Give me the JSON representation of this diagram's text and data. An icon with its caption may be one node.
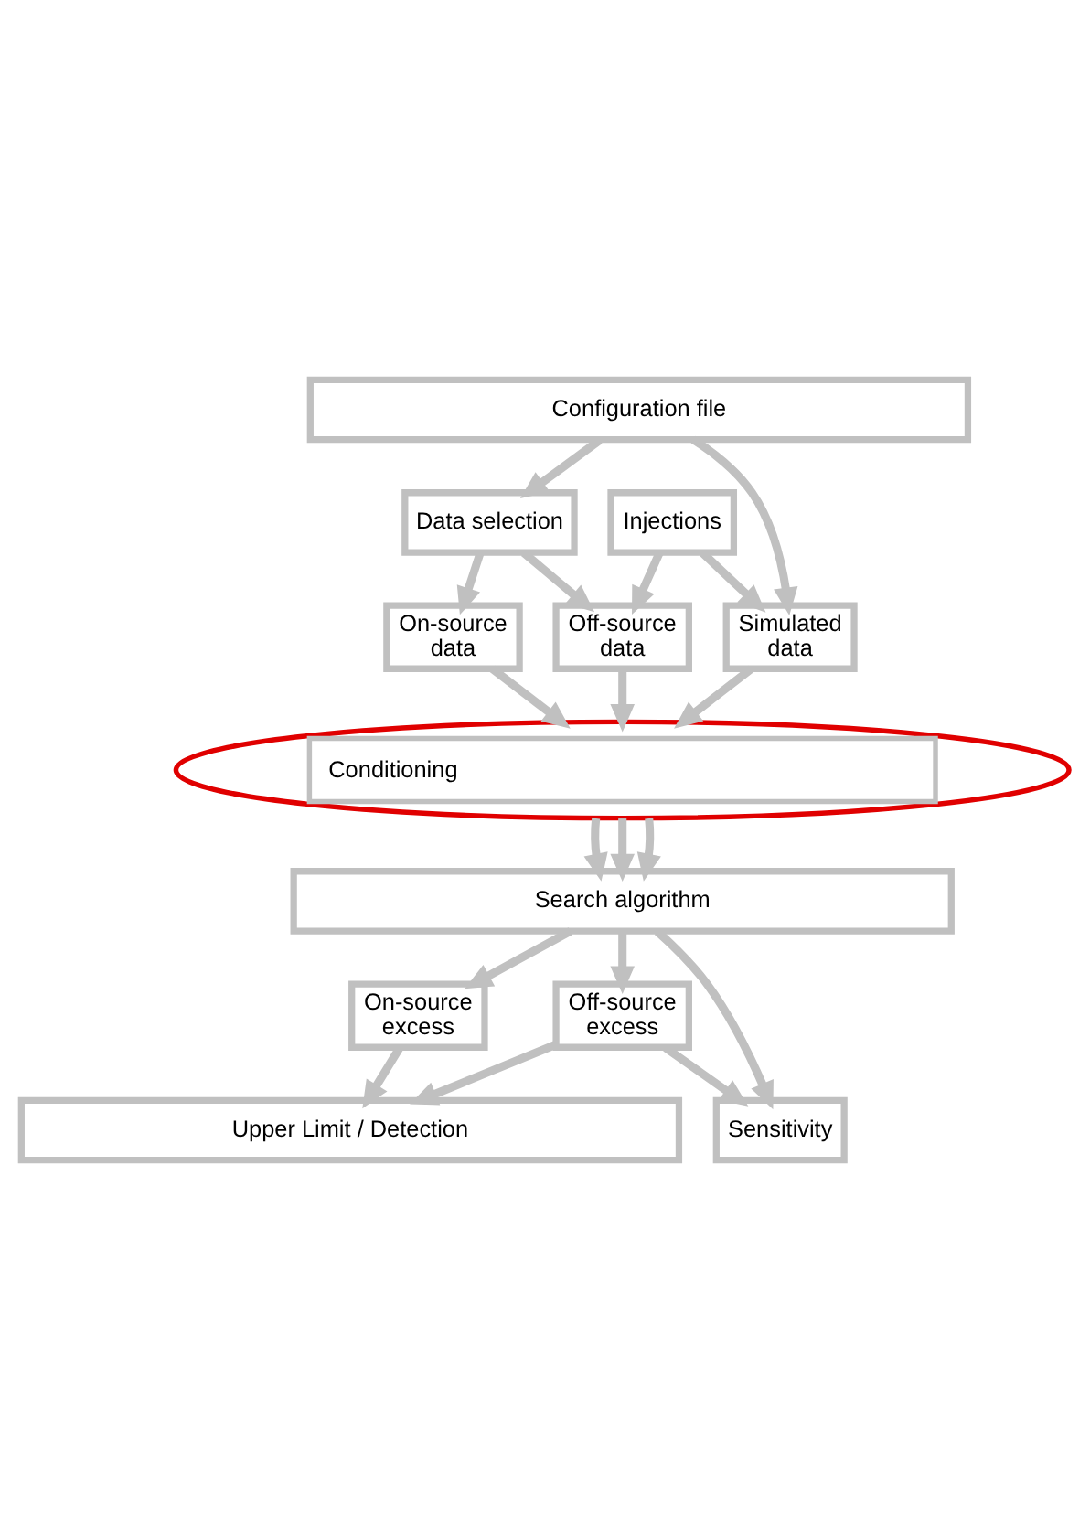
{
  "diagram": {
    "nodes": [
      {
        "text": [
          "Configuration file"
        ]
      },
      {
        "text": [
          "Data selection"
        ]
      },
      {
        "text": [
          "Injections"
        ]
      },
      {
        "text": [
          "On-source data"
        ]
      },
      {
        "text": [
          "Off-source data"
        ]
      },
      {
        "text": [
          "Simulated data"
        ]
      },
      {
        "text": [
          "Conditioning"
        ]
      },
      {
        "text": [
          "Search algorithm"
        ]
      },
      {
        "text": [
          "On-source excess"
        ]
      },
      {
        "text": [
          "Off-source excess"
        ]
      },
      {
        "text": [
          "Sensitivity"
        ]
      },
      {
        "text": [
          "Upper Limit / Detection"
        ]
      }
    ],
    "edges": [
      {
        "from": 0,
        "to": 1,
        "arrow": "to"
      },
      {
        "from": 0,
        "to": 5,
        "arrow": "to"
      },
      {
        "from": 1,
        "to": 3,
        "arrow": "to"
      },
      {
        "from": 1,
        "to": 4,
        "arrow": "to"
      },
      {
        "from": 2,
        "to": 4,
        "arrow": "to"
      },
      {
        "from": 2,
        "to": 5,
        "arrow": "to"
      },
      {
        "from": 3,
        "to": 6,
        "arrow": "to"
      },
      {
        "from": 4,
        "to": 6,
        "arrow": "to"
      },
      {
        "from": 5,
        "to": 6,
        "arrow": "to"
      },
      {
        "from": 6,
        "to": 7,
        "arrow": "to"
      },
      {
        "from": 6,
        "to": 7,
        "arrow": "to"
      },
      {
        "from": 6,
        "to": 7,
        "arrow": "to"
      },
      {
        "from": 7,
        "to": 8,
        "arrow": "to"
      },
      {
        "from": 7,
        "to": 9,
        "arrow": "to"
      },
      {
        "from": 7,
        "to": 10,
        "arrow": "to"
      },
      {
        "from": 9,
        "to": 10,
        "arrow": "to"
      },
      {
        "from": 8,
        "to": 11,
        "arrow": "to"
      },
      {
        "from": 9,
        "to": 11,
        "arrow": "to"
      }
    ]
  }
}
